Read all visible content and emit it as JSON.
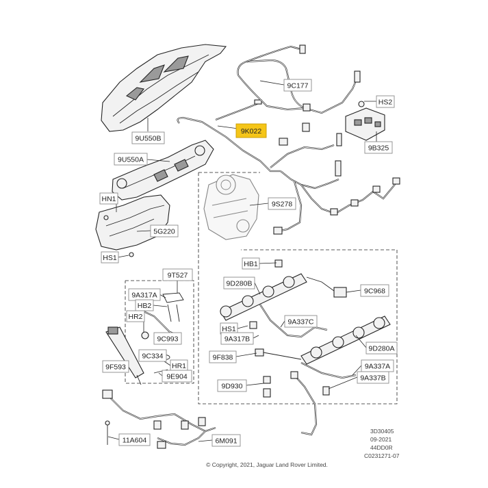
{
  "parts": {
    "p9U550B": "9U550B",
    "p9K022": "9K022",
    "p9C177": "9C177",
    "pHS2": "HS2",
    "p9B325": "9B325",
    "p9U550A": "9U550A",
    "pHN1": "HN1",
    "p9S278": "9S278",
    "p5G220": "5G220",
    "pHS1a": "HS1",
    "pHB1": "HB1",
    "p9T527": "9T527",
    "p9D280B": "9D280B",
    "p9C968": "9C968",
    "p9A317A": "9A317A",
    "pHB2": "HB2",
    "pHR2": "HR2",
    "p9A337C": "9A337C",
    "p9C993": "9C993",
    "pHS1b": "HS1",
    "p9A317B": "9A317B",
    "p9D280A": "9D280A",
    "p9F838": "9F838",
    "p9C334": "9C334",
    "pHR1": "HR1",
    "p9F593": "9F593",
    "p9A337A": "9A337A",
    "p9E904": "9E904",
    "p9A337B": "9A337B",
    "p9D930": "9D930",
    "p11A604": "11A604",
    "p6M091": "6M091"
  },
  "highlight_color": "#f5c518",
  "reference": {
    "line1": "3D30405",
    "line2": "09-2021",
    "line3": "44DD0R",
    "line4": "C0231271-07"
  },
  "copyright": "© Copyright, 2021, Jaguar Land Rover Limited."
}
